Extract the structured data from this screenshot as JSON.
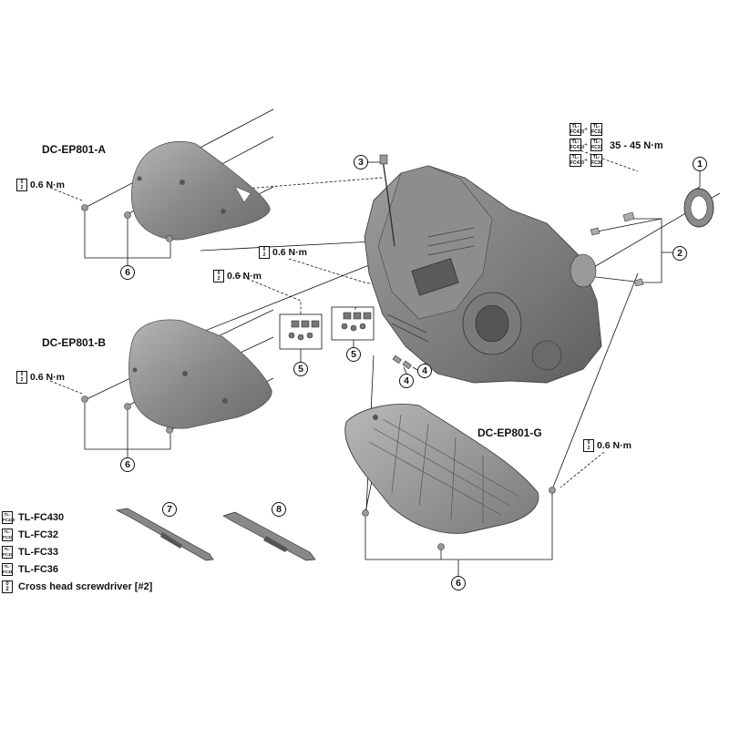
{
  "labels": {
    "cover_a": "DC-EP801-A",
    "cover_b": "DC-EP801-B",
    "cover_g": "DC-EP801-G"
  },
  "torque": {
    "screw": "0.6 N·m",
    "lockring": "35 - 45 N·m"
  },
  "callouts": [
    "1",
    "2",
    "3",
    "4",
    "5",
    "6",
    "7",
    "8"
  ],
  "legend": [
    {
      "icon": "tl-fc430-icon",
      "tag": "TL-FC430",
      "text": "TL-FC430"
    },
    {
      "icon": "tl-fc32-icon",
      "tag": "TL-FC32",
      "text": "TL-FC32"
    },
    {
      "icon": "tl-fc33-icon",
      "tag": "TL-FC33",
      "text": "TL-FC33"
    },
    {
      "icon": "tl-fc36-icon",
      "tag": "TL-FC36",
      "text": "TL-FC36"
    },
    {
      "icon": "screwdriver-icon",
      "tag": "0/2",
      "text": "Cross head screwdriver [#2]"
    }
  ],
  "colors": {
    "part_dark": "#6e6e6e",
    "part_mid": "#9a9a9a",
    "part_light": "#c8c8c8",
    "line": "#111111"
  }
}
